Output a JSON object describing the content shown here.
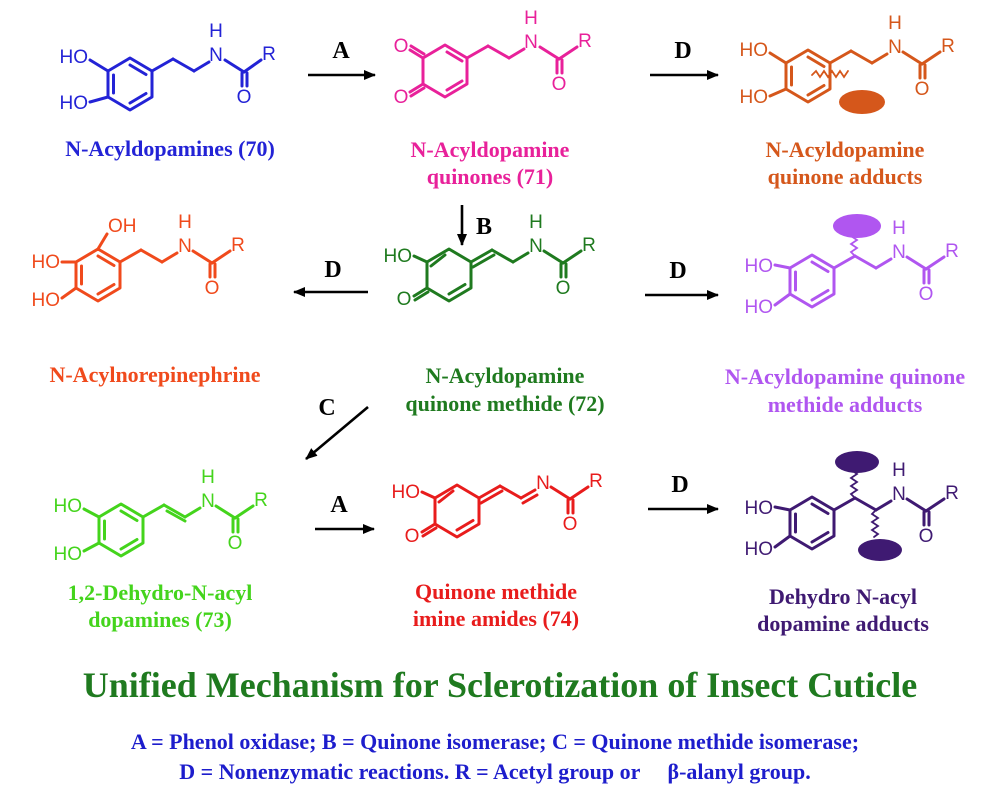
{
  "colors": {
    "acyldopamine": "#2323d6",
    "quinone": "#e8219a",
    "quinone_adduct": "#d5571b",
    "norepinephrine": "#f04a1c",
    "quinone_methide": "#1f7a1f",
    "qm_adduct": "#b056f0",
    "dehydro": "#44d41c",
    "imine": "#e81c1c",
    "dehydro_adduct": "#3f1a72",
    "title": "#1f7a1f",
    "legend": "#1d1dcc"
  },
  "atoms": {
    "HO": "HO",
    "OH": "OH",
    "O": "O",
    "N": "N",
    "H": "H",
    "R": "R"
  },
  "arrows": {
    "A1": "A",
    "D1": "D",
    "B": "B",
    "D2": "D",
    "D3": "D",
    "C": "C",
    "A2": "A",
    "D4": "D"
  },
  "compounds": {
    "c70": {
      "line1": "N-Acyldopamines (70)"
    },
    "c71": {
      "line1": "N-Acyldopamine",
      "line2": "quinones (71)"
    },
    "adductQ": {
      "line1": "N-Acyldopamine",
      "line2": "quinone adducts"
    },
    "norepi": {
      "line1": "N-Acylnorepinephrine"
    },
    "c72": {
      "line1": "N-Acyldopamine",
      "line2": "quinone methide (72)"
    },
    "adductQM": {
      "line1": "N-Acyldopamine quinone",
      "line2": "methide adducts"
    },
    "c73": {
      "line1": "1,2-Dehydro-N-acyl",
      "line2": "dopamines (73)"
    },
    "c74": {
      "line1": "Quinone methide",
      "line2": "imine amides (74)"
    },
    "adductD": {
      "line1": "Dehydro N-acyl",
      "line2": "dopamine adducts"
    }
  },
  "title": "Unified Mechanism for Sclerotization of  Insect Cuticle",
  "legend": {
    "line1": "A = Phenol oxidase; B = Quinone isomerase; C = Quinone methide isomerase;",
    "line2": "D = Nonenzymatic reactions. R = Acetyl group or     β-alanyl group."
  }
}
